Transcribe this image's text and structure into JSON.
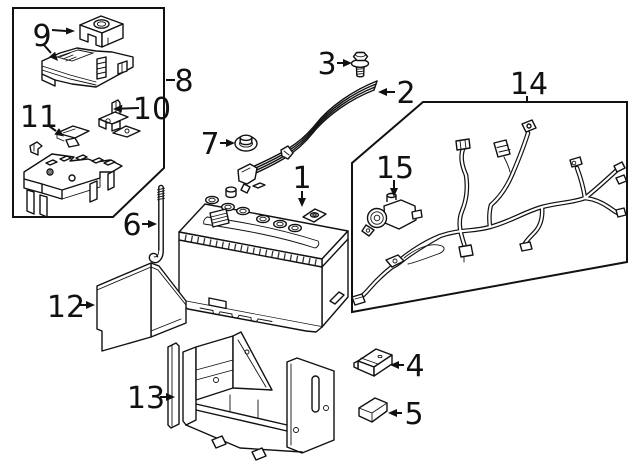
{
  "diagram": {
    "colors": {
      "background": "#ffffff",
      "line": "#111111"
    },
    "callouts": [
      {
        "num": "1",
        "part": "battery"
      },
      {
        "num": "2",
        "part": "hold-down-bar"
      },
      {
        "num": "3",
        "part": "hold-down-bolt"
      },
      {
        "num": "4",
        "part": "mount-bracket"
      },
      {
        "num": "5",
        "part": "mount-clip"
      },
      {
        "num": "6",
        "part": "hold-down-rod"
      },
      {
        "num": "7",
        "part": "retainer-nut"
      },
      {
        "num": "8",
        "part": "fuse-block-assembly"
      },
      {
        "num": "9",
        "part": "fuse-block-cover"
      },
      {
        "num": "10",
        "part": "bracket"
      },
      {
        "num": "11",
        "part": "retainer-clip"
      },
      {
        "num": "12",
        "part": "battery-insulator"
      },
      {
        "num": "13",
        "part": "battery-tray"
      },
      {
        "num": "14",
        "part": "battery-cable-harness"
      },
      {
        "num": "15",
        "part": "battery-sensor"
      }
    ]
  }
}
